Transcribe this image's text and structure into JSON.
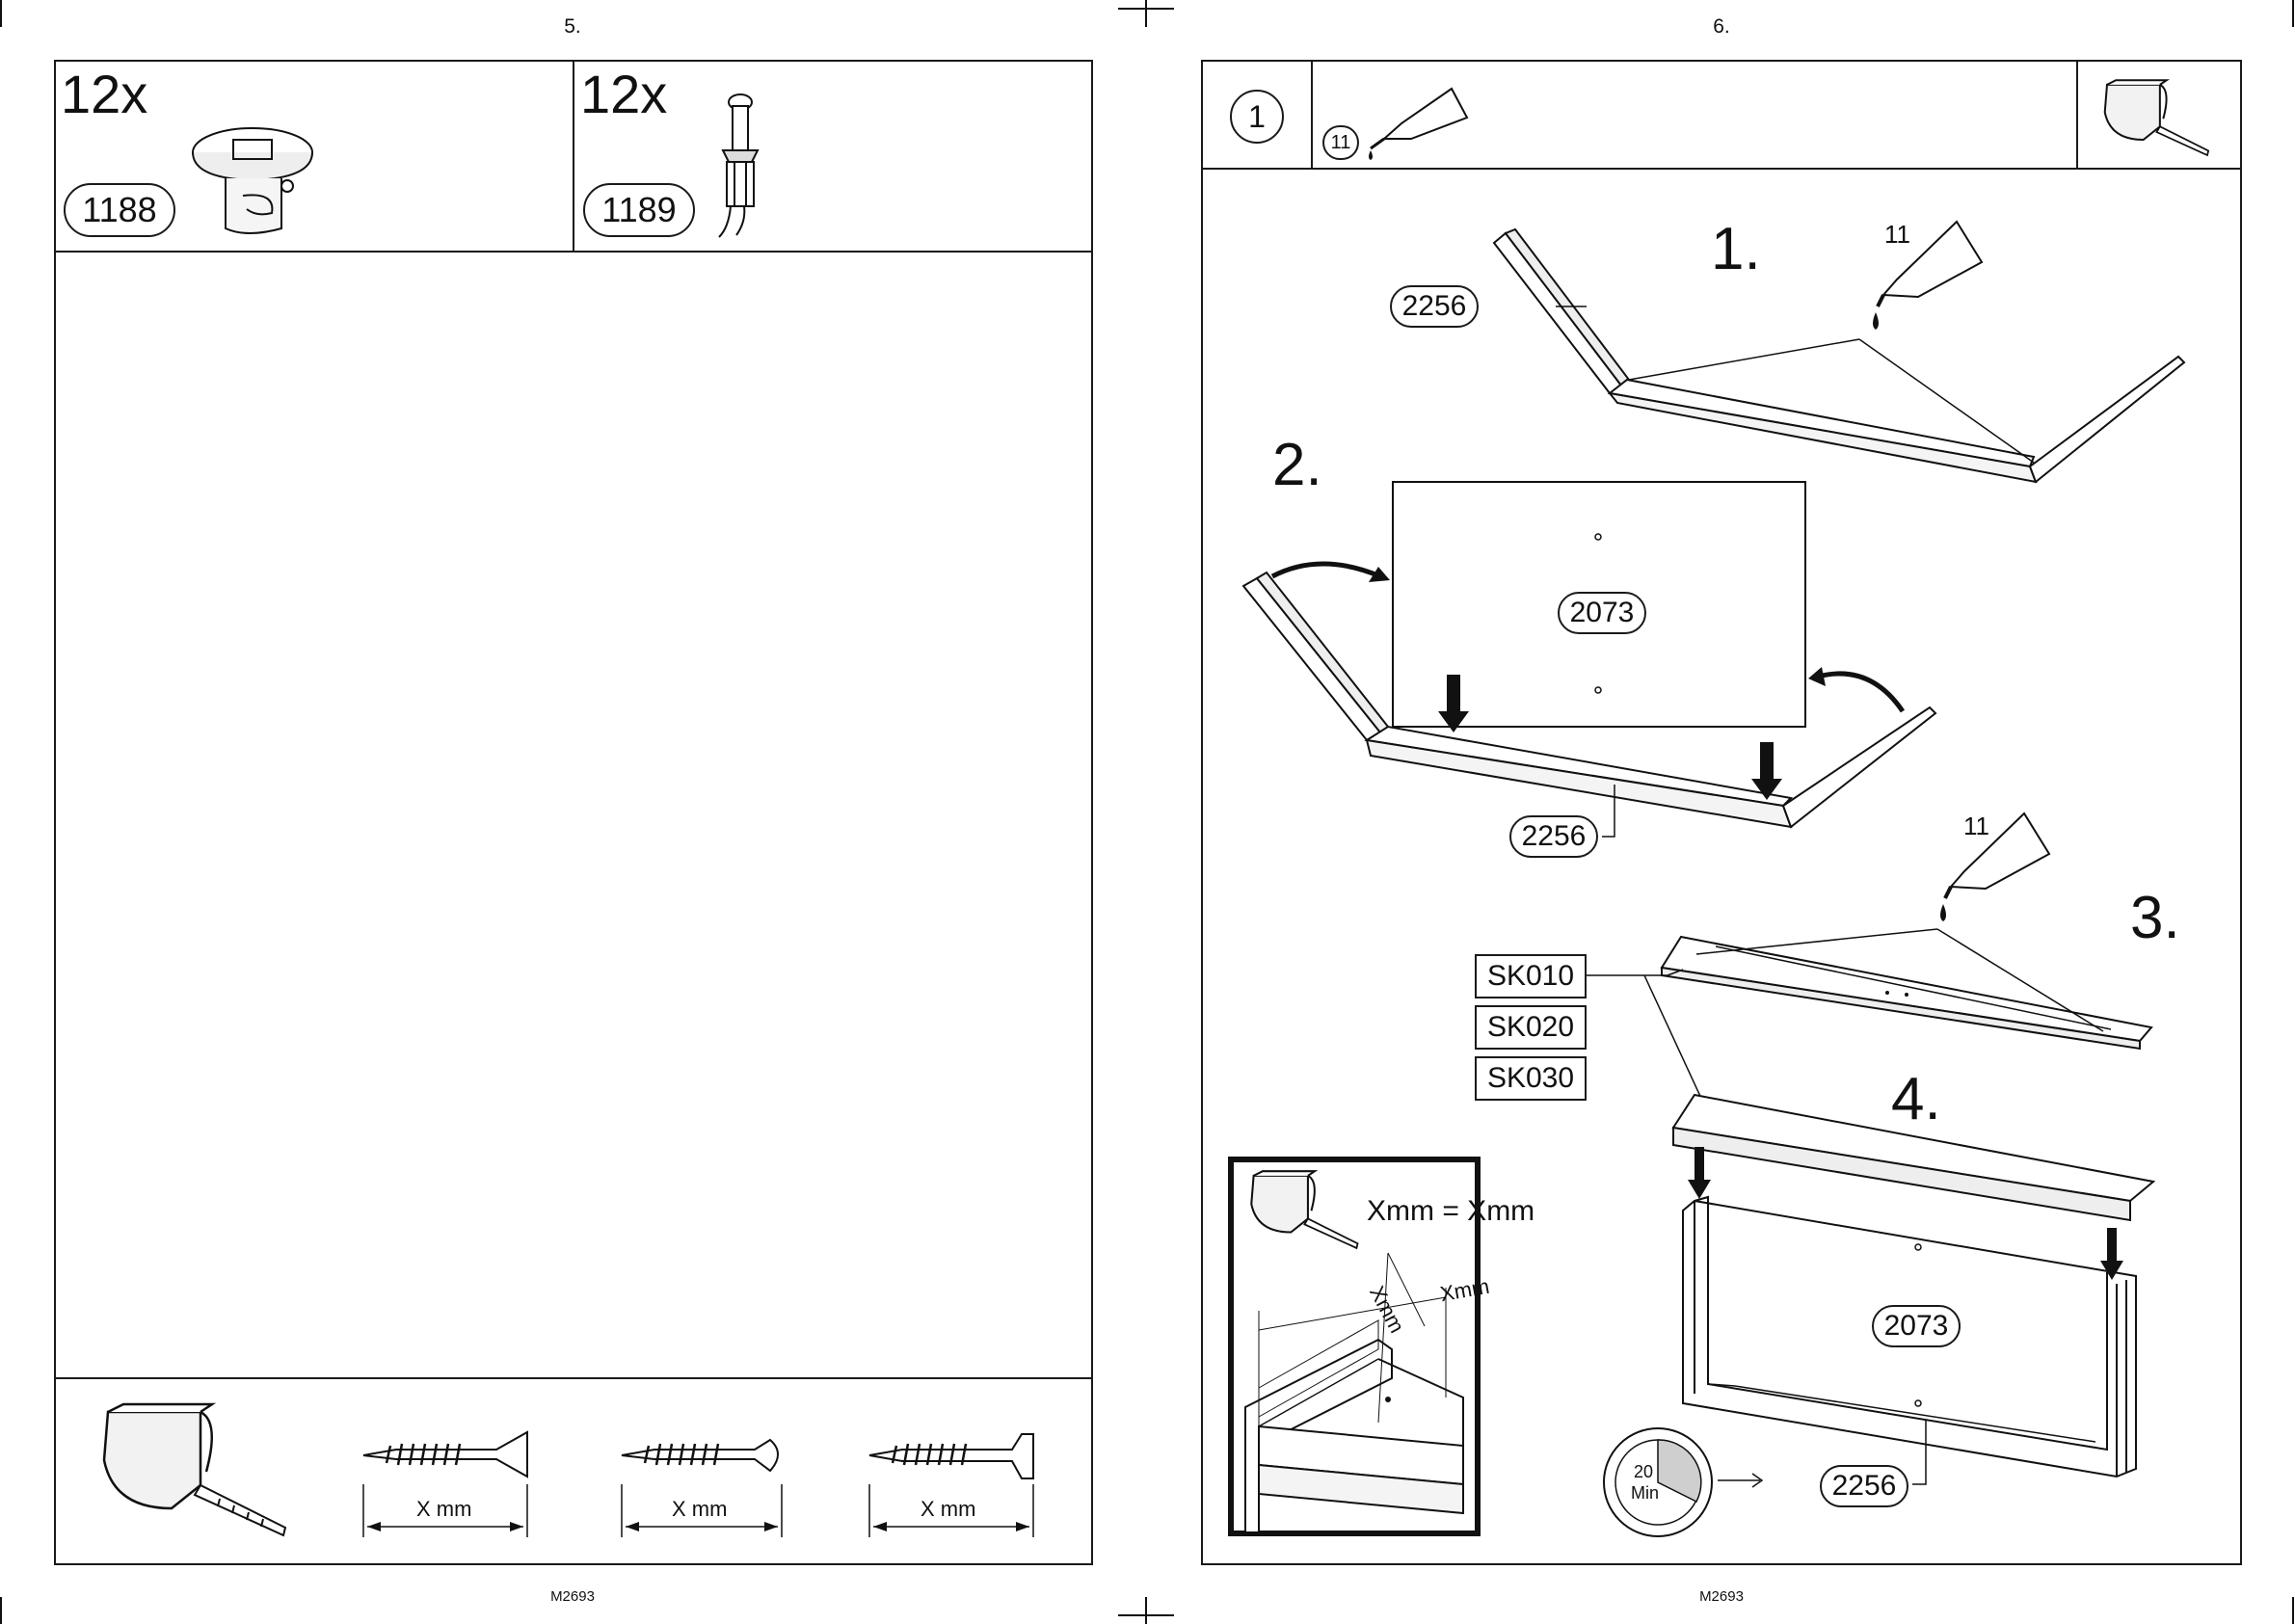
{
  "left_page": {
    "page_number": "5.",
    "footer_code": "M2693",
    "parts": [
      {
        "quantity": "12x",
        "part_number": "1188",
        "icon": "cam-lock-fitting-icon"
      },
      {
        "quantity": "12x",
        "part_number": "1189",
        "icon": "cam-bolt-icon"
      }
    ],
    "tools": [
      {
        "icon": "tape-measure-icon"
      },
      {
        "icon": "countersunk-screw-icon",
        "label": "X mm"
      },
      {
        "icon": "raised-head-screw-icon",
        "label": "X mm"
      },
      {
        "icon": "pan-head-screw-icon",
        "label": "X mm"
      }
    ]
  },
  "right_page": {
    "page_number": "6.",
    "footer_code": "M2693",
    "header": {
      "step_number": "1",
      "glue_part_number": "11",
      "glue_icon": "glue-tube-icon",
      "tool_icon": "tape-measure-icon"
    },
    "steps": [
      {
        "label": "1.",
        "glue_number": "11",
        "part_labels": [
          "2256"
        ]
      },
      {
        "label": "2.",
        "part_labels": [
          "2073",
          "2256"
        ]
      },
      {
        "label": "3.",
        "glue_number": "11",
        "part_labels": [
          "SK010",
          "SK020",
          "SK030"
        ]
      },
      {
        "label": "4.",
        "part_labels": [
          "2073",
          "2256"
        ]
      }
    ],
    "inset": {
      "equation": "Xmm = Xmm",
      "diag1": "Xmm",
      "diag2": "Xmm"
    },
    "timer": {
      "value": "20",
      "unit": "Min"
    }
  }
}
